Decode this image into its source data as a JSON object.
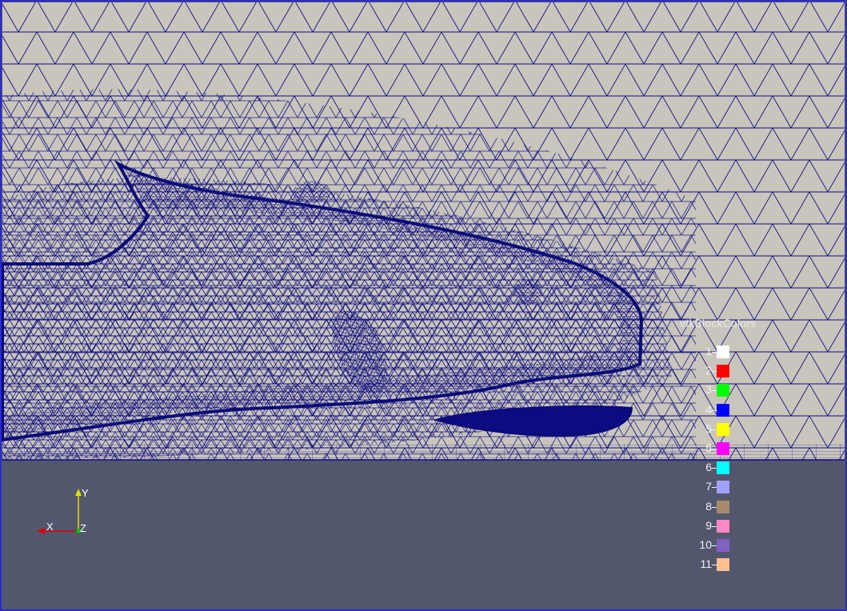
{
  "viewport": {
    "background": "#52576e",
    "mesh_background": "#c9c5bc",
    "mesh_line_color": "#101080",
    "border_color": "#2a2ad0"
  },
  "legend": {
    "title": "vtkBlockColors",
    "entries": [
      {
        "label": "1",
        "color": "#ffffff"
      },
      {
        "label": "2",
        "color": "#ff0000"
      },
      {
        "label": "3",
        "color": "#00ff00"
      },
      {
        "label": "4",
        "color": "#0000ff"
      },
      {
        "label": "5",
        "color": "#ffff00"
      },
      {
        "label": "5",
        "color": "#ff00ff"
      },
      {
        "label": "6",
        "color": "#00ffff"
      },
      {
        "label": "7",
        "color": "#a0a0ff"
      },
      {
        "label": "8",
        "color": "#a78a6a"
      },
      {
        "label": "9",
        "color": "#ff88c4"
      },
      {
        "label": "10",
        "color": "#8060c0"
      },
      {
        "label": "11",
        "color": "#ffc090"
      }
    ]
  },
  "axes": {
    "x_label": "X",
    "y_label": "Y",
    "z_label": "Z",
    "x_color": "#e00000",
    "y_color": "#e0e000",
    "z_color": "#00c000"
  }
}
